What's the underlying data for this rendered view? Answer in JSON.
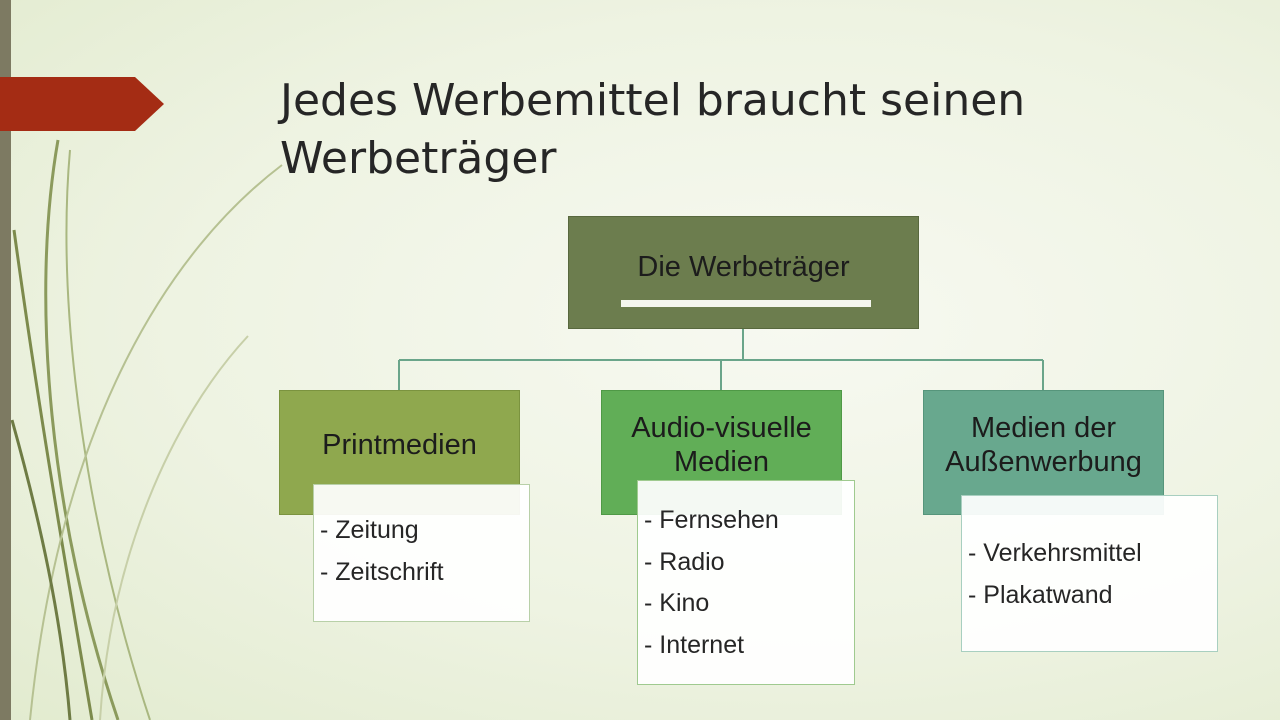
{
  "slide": {
    "title": "Jedes Werbemittel braucht seinen Werbeträger",
    "colors": {
      "accent_arrow": "#a42c14",
      "left_bar": "#7d7a62"
    }
  },
  "diagram": {
    "root": {
      "label": "Die Werbeträger",
      "color": "#6c7d4e"
    },
    "categories": [
      {
        "label": "Printmedien",
        "color": "#8fa84e",
        "items": [
          "- Zeitung",
          "- Zeitschrift"
        ]
      },
      {
        "label": "Audio-visuelle Medien",
        "color": "#61ae57",
        "items": [
          "- Fernsehen",
          "- Radio",
          "- Kino",
          "- Internet"
        ]
      },
      {
        "label": "Medien der Außenwerbung",
        "color": "#68a88e",
        "items": [
          "- Verkehrsmittel",
          "- Plakatwand"
        ]
      }
    ]
  }
}
